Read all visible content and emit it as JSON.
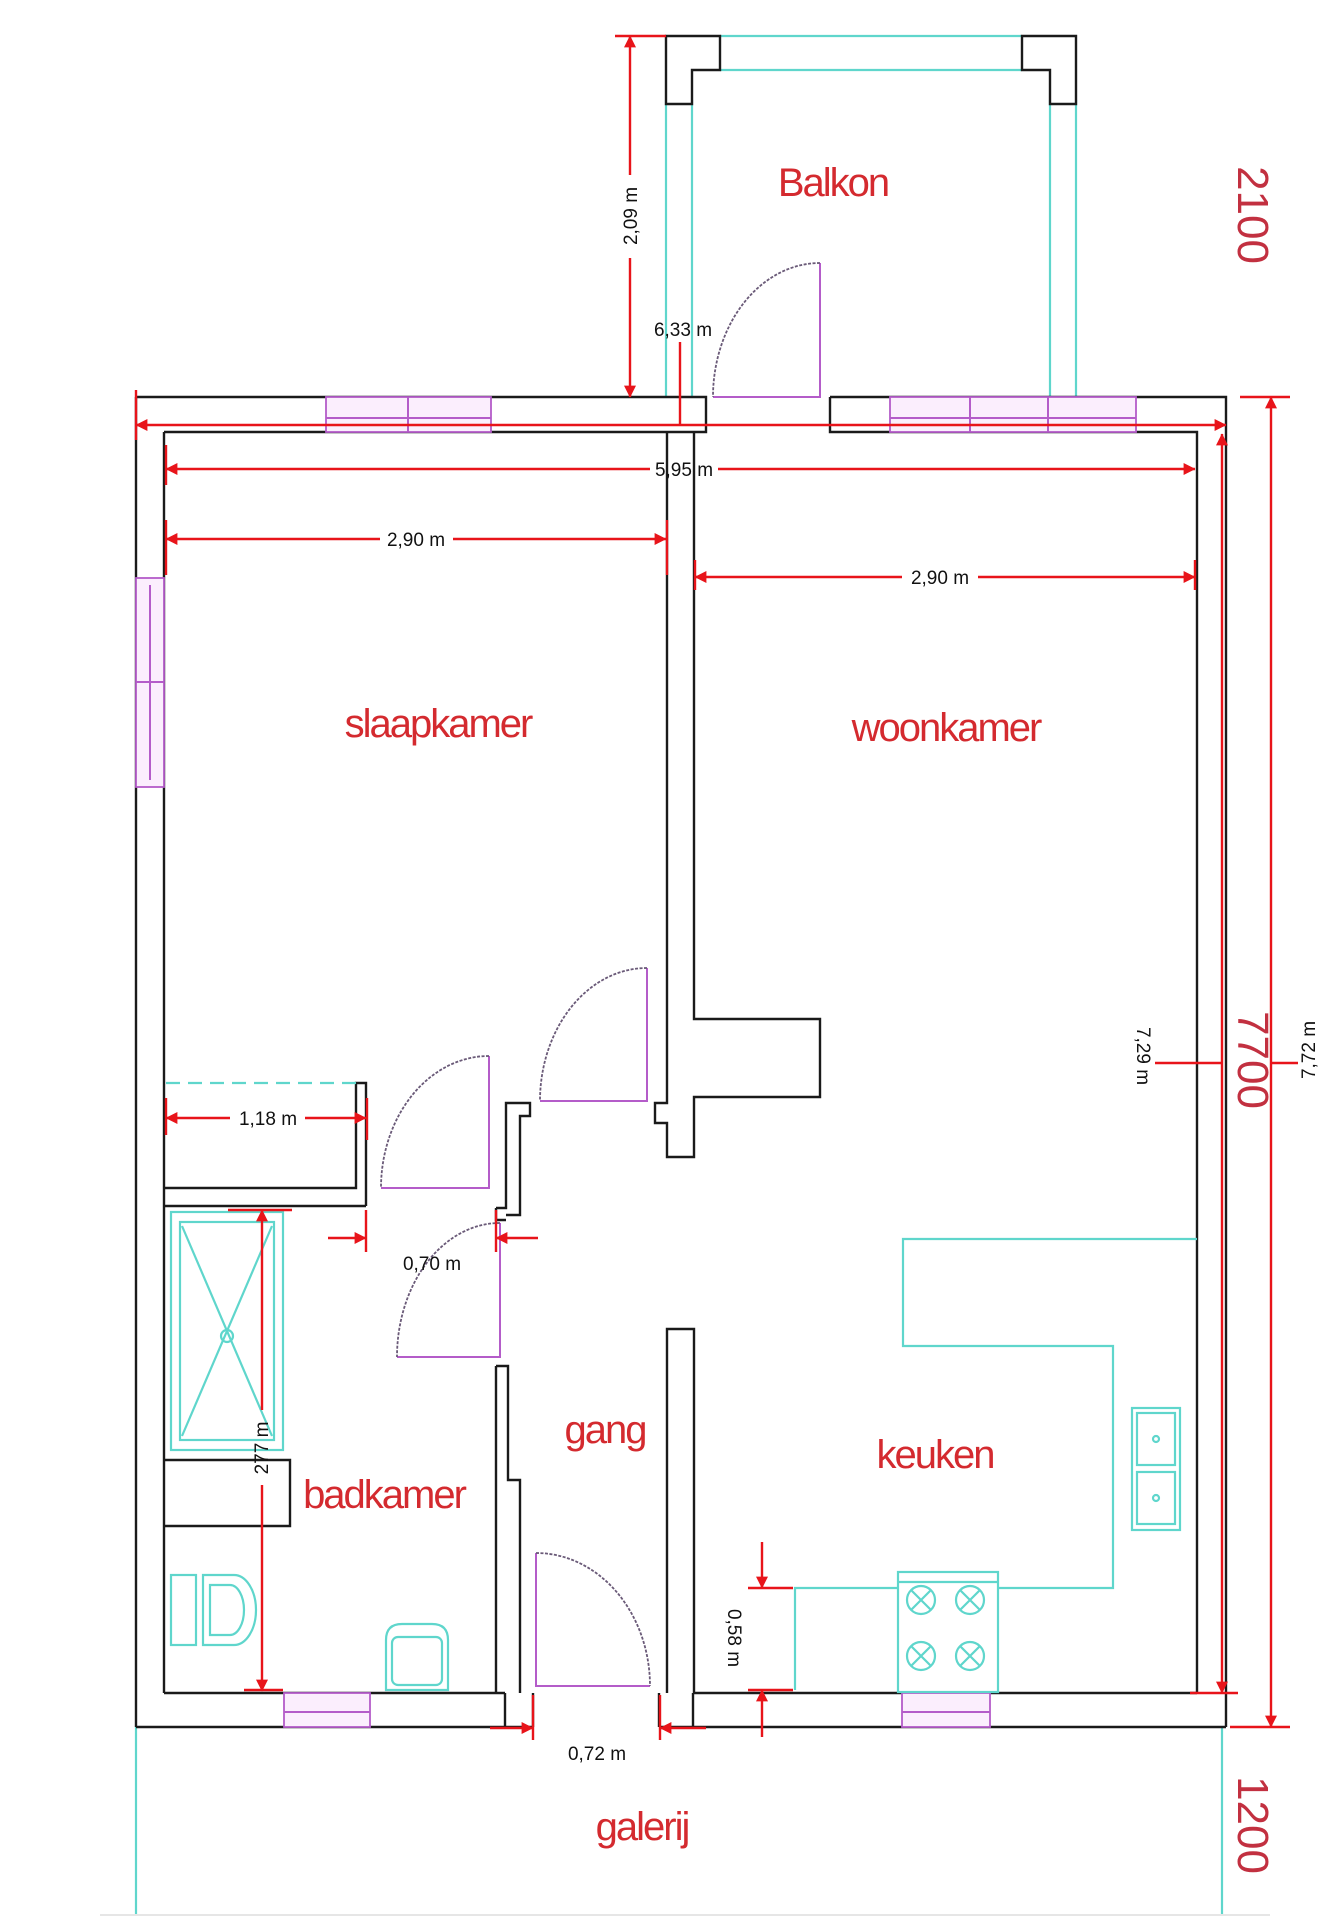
{
  "title": "Apartment floor plan",
  "rooms": {
    "balkon": "Balkon",
    "slaapkamer": "slaapkamer",
    "woonkamer": "woonkamer",
    "gang": "gang",
    "badkamer": "badkamer",
    "keuken": "keuken",
    "galerij": "galerij"
  },
  "dimensions": {
    "balkon_depth": "2,09 m",
    "total_width_outer": "6,33 m",
    "total_width_inner": "5,95 m",
    "slaapkamer_width": "2,90 m",
    "woonkamer_width": "2,90 m",
    "closet_width": "1,18 m",
    "bathroom_door": "0,70 m",
    "bathroom_length": "277 m",
    "front_door": "0,72 m",
    "counter_depth": "0,58 m",
    "inner_length": "7,29 m",
    "outer_length": "7,72 m"
  },
  "scale_labels": {
    "balkon_mm": "2100",
    "total_mm": "7700",
    "galerij_mm": "1200"
  },
  "colors": {
    "wall": "#1a1a1a",
    "fixtures": "#5fd6cc",
    "doors_windows": "#b45cc9",
    "dimensions": "#e8141a",
    "room_labels": "#d42a2f"
  }
}
